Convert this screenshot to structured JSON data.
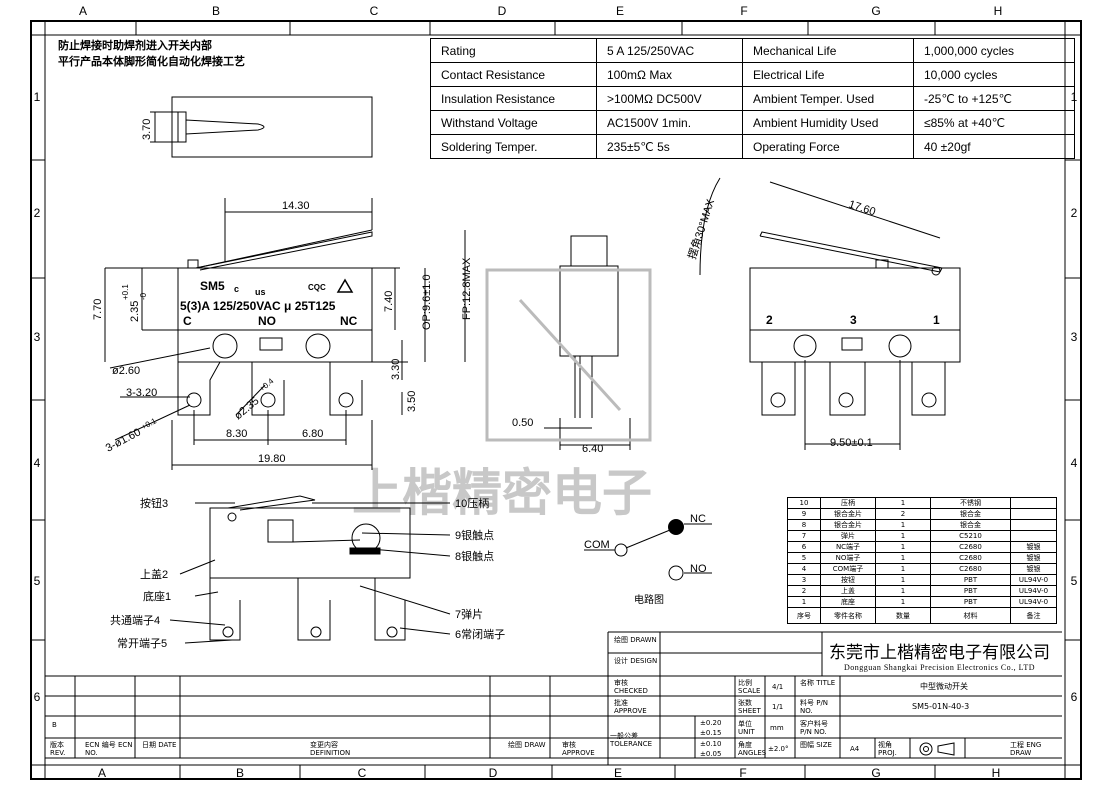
{
  "columns_top": [
    "A",
    "B",
    "C",
    "D",
    "E",
    "F",
    "G",
    "H"
  ],
  "rows": [
    "1",
    "2",
    "3",
    "4",
    "5",
    "6"
  ],
  "note_lines": [
    "防止焊接时助焊剂进入开关内部",
    "平行产品本体脚形简化自动化焊接工艺"
  ],
  "specs": [
    [
      "Rating",
      "5 A  125/250VAC",
      "Mechanical Life",
      "1,000,000 cycles"
    ],
    [
      "Contact Resistance",
      "100mΩ Max",
      "Electrical Life",
      "10,000 cycles"
    ],
    [
      "Insulation Resistance",
      ">100MΩ DC500V",
      "Ambient Temper. Used",
      "-25℃ to +125℃"
    ],
    [
      "Withstand Voltage",
      "AC1500V  1min.",
      "Ambient Humidity Used",
      "≤85% at +40℃"
    ],
    [
      "Soldering Temper.",
      "235±5℃ 5s",
      "Operating Force",
      "40 ±20gf"
    ]
  ],
  "dims": {
    "top_h": "3.70",
    "lever_len": "14.30",
    "h770": "7.70",
    "h235": "2.35",
    "tol_01": "+0.1",
    "tol_0": "-0",
    "h740": "7.40",
    "op": "OP:9.6±1.0",
    "fp": "FP:12.8MAX",
    "d260": "ø2.60",
    "h330": "3.30",
    "h350": "3.50",
    "r320": "3-3.20",
    "d160": "3-ø1.60",
    "d235": "ø2.35",
    "tol_04": "+0.4",
    "p830": "8.30",
    "p680": "6.80",
    "w1980": "19.80",
    "s050": "0.50",
    "s640": "6.40",
    "r1760": "17.60",
    "ang": "摆角30°MAX",
    "p950": "9.50±0.1"
  },
  "body_text": {
    "model": "SM5",
    "rating_line": "5(3)A 125/250VAC μ 25T125",
    "term_c": "C",
    "term_no": "NO",
    "term_nc": "NC",
    "cul": "c",
    "us": "us",
    "cqc": "CQC",
    "num2": "2",
    "num3": "3",
    "num1": "1"
  },
  "watermark": "上楷精密电子",
  "callouts": {
    "c3": "按钮3",
    "c10": "10压柄",
    "c9": "9银触点",
    "c8": "8银触点",
    "c2": "上盖2",
    "c1": "底座1",
    "c4": "共通端子4",
    "c5": "常开端子5",
    "c7": "7弹片",
    "c6": "6常闭端子"
  },
  "circuit": {
    "nc": "NC",
    "com": "COM",
    "no": "NO",
    "label": "电路图"
  },
  "bom_rows": [
    [
      "10",
      "压柄",
      "1",
      "不锈钢",
      ""
    ],
    [
      "9",
      "银合金片",
      "2",
      "银合金",
      ""
    ],
    [
      "8",
      "银合金片",
      "1",
      "银合金",
      ""
    ],
    [
      "7",
      "弹片",
      "1",
      "C5210",
      ""
    ],
    [
      "6",
      "NC端子",
      "1",
      "C2680",
      "镀银"
    ],
    [
      "5",
      "NO端子",
      "1",
      "C2680",
      "镀银"
    ],
    [
      "4",
      "COM端子",
      "1",
      "C2680",
      "镀银"
    ],
    [
      "3",
      "按钮",
      "1",
      "PBT",
      "UL94V-0"
    ],
    [
      "2",
      "上盖",
      "1",
      "PBT",
      "UL94V-0"
    ],
    [
      "1",
      "底座",
      "1",
      "PBT",
      "UL94V-0"
    ],
    [
      "序号",
      "零件名称",
      "数量",
      "材料",
      "备注"
    ]
  ],
  "company": {
    "cn": "东莞市上楷精密电子有限公司",
    "en": "Dongguan Shangkai Precision Electronics Co., LTD"
  },
  "title_block": {
    "drawn": "绘图 DRAWN",
    "design": "设计 DESIGN",
    "checked": "审核 CHECKED",
    "approve": "批准 APPROVE",
    "tolerance": "一般公差 TOLERANCE",
    "tol1": "±0.20",
    "tol2": "±0.15",
    "tol3": "±0.10",
    "tol4": "±0.05",
    "scale_lbl": "比例 SCALE",
    "scale_val": "4/1",
    "sheet_lbl": "张数 SHEET",
    "sheet_val": "1/1",
    "unit_lbl": "单位 UNIT",
    "unit_val": "mm",
    "angles_lbl": "角度 ANGLES",
    "angles_val": "±2.0°",
    "title_lbl": "名称 TITLE",
    "title_val": "中型微动开关",
    "pn_lbl": "料号 P/N NO.",
    "pn_val": "SM5-01N-40-3",
    "cpn_lbl": "客户料号 P/N NO.",
    "size_lbl": "图幅 SIZE",
    "size_val": "A4",
    "proj_lbl": "视角 PROJ.",
    "eng_lbl": "工程 ENG DRAW",
    "rev": "版本 REV.",
    "ecn": "ECN 编号 ECN NO.",
    "date": "日期 DATE",
    "definition": "变更内容 DEFINITION",
    "draw": "绘图 DRAW",
    "approve2": "审核 APPROVE",
    "b": "B"
  }
}
